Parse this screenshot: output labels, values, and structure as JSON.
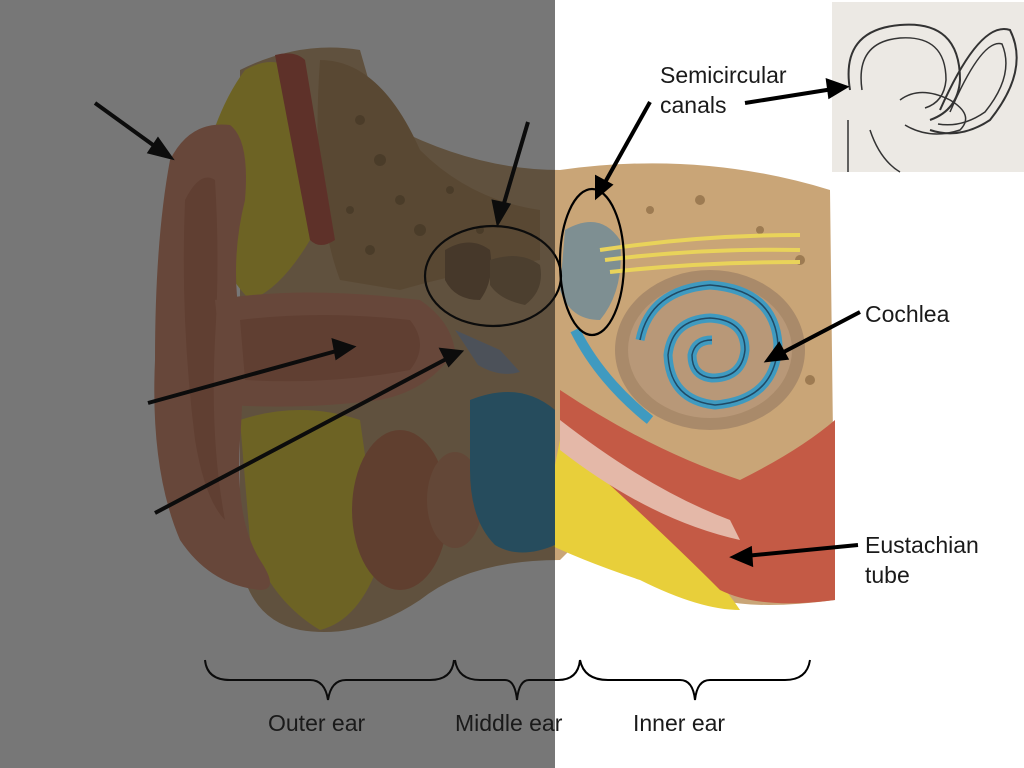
{
  "labels": {
    "semicircular_line1": "Semicircular",
    "semicircular_line2": "canals",
    "cochlea": "Cochlea",
    "eustachian_line1": "Eustachian",
    "eustachian_line2": "tube",
    "outer_ear": "Outer ear",
    "middle_ear": "Middle ear",
    "inner_ear": "Inner ear"
  },
  "colors": {
    "overlay": "#141414",
    "bone": "#d8b98a",
    "skin": "#d98e6e",
    "fat": "#e8cf3a",
    "fluid": "#3f9ac0",
    "muscle": "#c45a45"
  }
}
